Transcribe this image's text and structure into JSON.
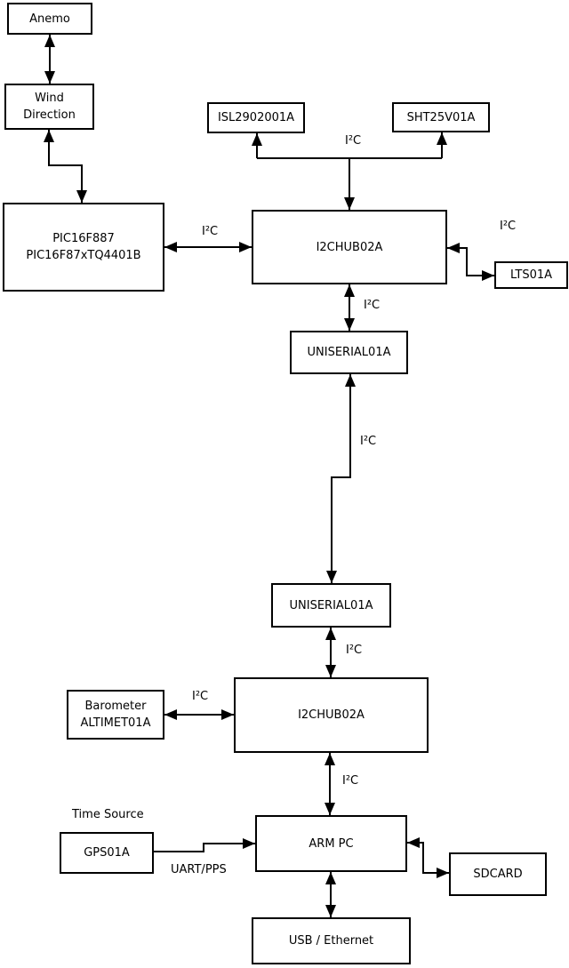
{
  "diagram": {
    "nodes": {
      "anemo": {
        "label": "Anemo"
      },
      "wind_direction": {
        "label": "Wind\nDirection"
      },
      "pic": {
        "label": "PIC16F887\nPIC16F87xTQ4401B"
      },
      "isl": {
        "label": "ISL2902001A"
      },
      "sht": {
        "label": "SHT25V01A"
      },
      "hub1": {
        "label": "I2CHUB02A"
      },
      "lts": {
        "label": "LTS01A"
      },
      "uniserial1": {
        "label": "UNISERIAL01A"
      },
      "uniserial2": {
        "label": "UNISERIAL01A"
      },
      "hub2": {
        "label": "I2CHUB02A"
      },
      "barometer": {
        "label": "Barometer\nALTIMET01A"
      },
      "gps": {
        "label": "GPS01A"
      },
      "arm_pc": {
        "label": "ARM PC"
      },
      "sdcard": {
        "label": "SDCARD"
      },
      "usb_ethernet": {
        "label": "USB / Ethernet"
      }
    },
    "edge_labels": {
      "i2c_top_bus": "I²C",
      "i2c_pic_hub1": "I²C",
      "i2c_hub1_lts": "I²C",
      "i2c_hub1_uniserial": "I²C",
      "i2c_uniserial_link": "I²C",
      "i2c_uniserial_hub2": "I²C",
      "i2c_barometer_hub2": "I²C",
      "i2c_hub2_armpc": "I²C",
      "time_source": "Time Source",
      "uart_pps": "UART/PPS"
    },
    "colors": {
      "line": "#000000",
      "box_border": "#000000",
      "background": "#ffffff",
      "text": "#000000"
    }
  }
}
